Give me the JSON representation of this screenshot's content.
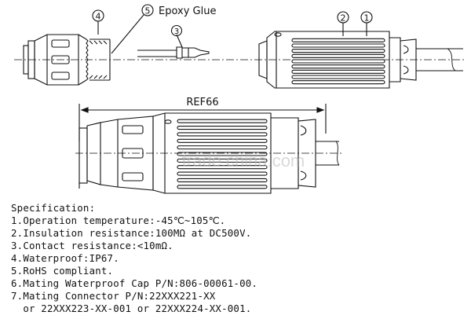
{
  "callouts": {
    "c1": "1",
    "c2": "2",
    "c3": "3",
    "c4": "4",
    "c5": "5",
    "epoxy": "Epoxy Glue"
  },
  "dimension": {
    "label": "REF66"
  },
  "watermark": "trade.china.com",
  "specification": {
    "heading": "Specification:",
    "lines": [
      "1.Operation temperature:-45℃~105℃.",
      "2.Insulation resistance:100MΩ at DC500V.",
      "3.Contact resistance:<10mΩ.",
      "4.Waterproof:IP67.",
      "5.RoHS compliant.",
      "6.Mating Waterproof Cap P/N:806-00061-00.",
      "7.Mating Connector P/N:22XXX221-XX",
      "  or 22XXX223-XX-001 or 22XXX224-XX-001."
    ]
  }
}
